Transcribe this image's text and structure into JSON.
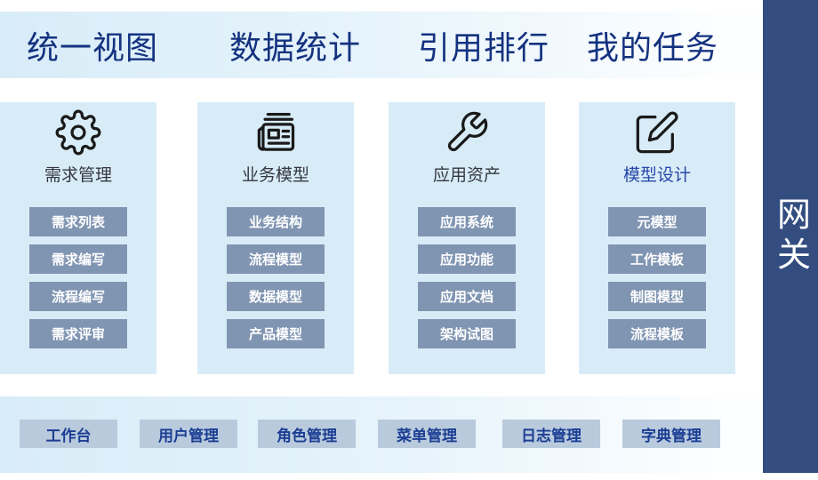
{
  "tabs": [
    {
      "label": "统一视图"
    },
    {
      "label": "数据统计"
    },
    {
      "label": "引用排行"
    },
    {
      "label": "我的任务"
    }
  ],
  "cards": [
    {
      "title": "需求管理",
      "icon": "gear-icon",
      "items": [
        "需求列表",
        "需求编写",
        "流程编写",
        "需求评审"
      ]
    },
    {
      "title": "业务模型",
      "icon": "newspaper-icon",
      "items": [
        "业务结构",
        "流程模型",
        "数据模型",
        "产品模型"
      ]
    },
    {
      "title": "应用资产",
      "icon": "wrench-icon",
      "items": [
        "应用系统",
        "应用功能",
        "应用文档",
        "架构试图"
      ]
    },
    {
      "title": "模型设计",
      "icon": "edit-icon",
      "items": [
        "元模型",
        "工作模板",
        "制图模型",
        "流程模板"
      ]
    }
  ],
  "sidebar": {
    "label": "网关"
  },
  "bottom_nav": [
    "工作台",
    "用户管理",
    "角色管理",
    "菜单管理",
    "日志管理",
    "字典管理"
  ],
  "colors": {
    "sidebar_bg": "#334d80",
    "tab_text": "#14327f",
    "card_bg": "#d8ecf8",
    "card_button_bg": "#8095b2",
    "card_button_text": "#ffffff",
    "bottom_button_bg": "#b9cadd",
    "bottom_button_text": "#1b3e93",
    "card_title_default": "#34383e",
    "card_title_highlight": "#2847a8"
  }
}
